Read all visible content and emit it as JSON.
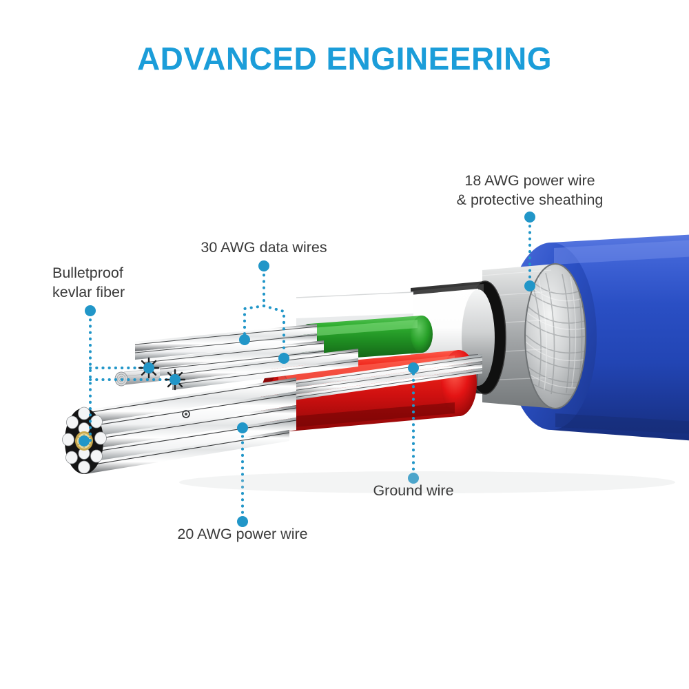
{
  "page": {
    "title": "ADVANCED ENGINEERING",
    "background_color": "#ffffff",
    "title_color": "#1b9dd9",
    "label_color": "#3a3a3a",
    "accent_color": "#2196c8"
  },
  "diagram": {
    "subject": "usb-cable-cutaway-cross-section",
    "colors": {
      "outer_jacket_blue": "#2a4fc4",
      "braided_shield_silver": "#c9cbcc",
      "inner_sheath_black": "#1a1a1a",
      "insulation_white": "#fbfbfb",
      "data_wire_green": "#26a028",
      "power_wire_red": "#e01b1b",
      "conductor_silver": "#d8dadc",
      "dot_blue": "#2196c8"
    },
    "layers": [
      {
        "name": "18 AWG power wire & protective sheathing",
        "color": "#2a4fc4"
      },
      {
        "name": "braided shield",
        "color": "#c9cbcc"
      },
      {
        "name": "inner sheath",
        "color": "#1a1a1a"
      },
      {
        "name": "white insulation",
        "color": "#fbfbfb"
      },
      {
        "name": "30 AWG data wire (green)",
        "color": "#26a028"
      },
      {
        "name": "20 AWG power wire (red)",
        "color": "#e01b1b"
      },
      {
        "name": "ground wire",
        "color": "#d8dadc"
      },
      {
        "name": "bulletproof kevlar fiber",
        "color": "#bdbdbd"
      }
    ]
  },
  "callouts": [
    {
      "id": "sheathing",
      "lines": [
        "18 AWG power wire",
        "& protective sheathing"
      ],
      "align": "center"
    },
    {
      "id": "data-wires",
      "lines": [
        "30 AWG data wires"
      ],
      "align": "center"
    },
    {
      "id": "kevlar",
      "lines": [
        "Bulletproof",
        "kevlar fiber"
      ],
      "align": "left"
    },
    {
      "id": "ground",
      "lines": [
        "Ground wire"
      ],
      "align": "center"
    },
    {
      "id": "power-20",
      "lines": [
        "20 AWG power wire"
      ],
      "align": "center"
    }
  ]
}
